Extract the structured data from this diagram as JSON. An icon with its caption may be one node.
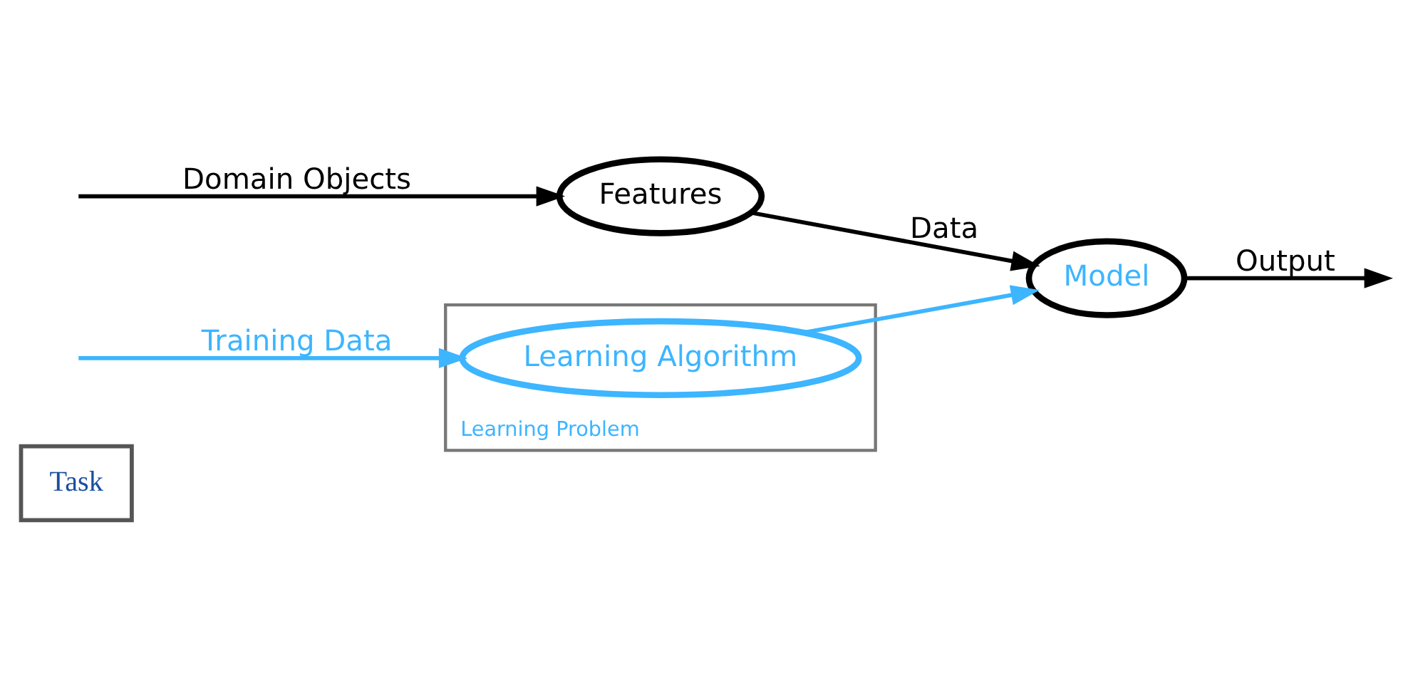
{
  "diagram": {
    "nodes": [
      {
        "text": [
          "Task"
        ]
      },
      {
        "text": [
          "Learning Problem"
        ]
      },
      {
        "text": [
          "Features"
        ]
      },
      {
        "text": [
          "Model"
        ]
      },
      {
        "text": [
          "Learning Algorithm"
        ],
        "in": 1
      }
    ],
    "edges": [
      {
        "from": null,
        "to": 2,
        "arrow": "to",
        "label": "Domain Objects"
      },
      {
        "from": 2,
        "to": 3,
        "arrow": "to",
        "label": "Data"
      },
      {
        "from": 3,
        "to": null,
        "arrow": "to",
        "label": "Output"
      },
      {
        "from": null,
        "to": 4,
        "arrow": "to",
        "label": "Training Data",
        "color": "#3db5ff"
      },
      {
        "from": 4,
        "to": 3,
        "arrow": "to",
        "color": "#3db5ff"
      }
    ]
  }
}
